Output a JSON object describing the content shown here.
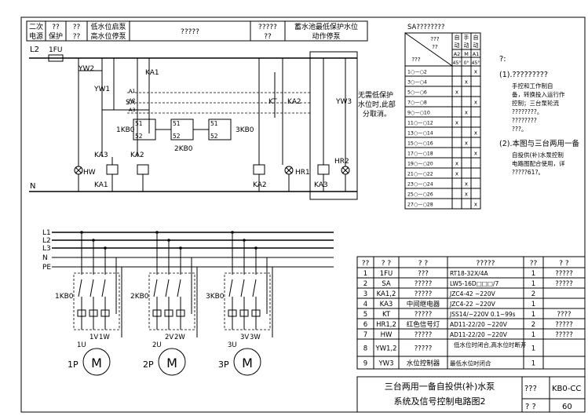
{
  "header": {
    "cells": [
      {
        "l1": "二次",
        "l2": "电源"
      },
      {
        "l1": "??",
        "l2": "保护"
      },
      {
        "l1": "??",
        "l2": "??"
      },
      {
        "l1": "低水位启泵",
        "l2": "高水位停泵"
      },
      {
        "l1": "?????",
        "l2": "??"
      },
      {
        "l1": "?????",
        "l2": "??"
      },
      {
        "l1": "蓄水池最低保护水位",
        "l2": "动作停泵"
      }
    ]
  },
  "circuit": {
    "bus_top": "L2",
    "bus_bottom": "N",
    "fuse": "1FU",
    "labels": [
      "YW2",
      "YW1",
      "KA1",
      "SA",
      "1KB0",
      "2KB0",
      "3KB0",
      "KA3",
      "KA2",
      "KT",
      "KA3",
      "KA2",
      "KT",
      "KA1",
      "YW3",
      "KT",
      "KA2",
      "KA2",
      "HR1",
      "HR2",
      "KA3",
      "HW",
      "KA1"
    ],
    "switch_ticks": [
      "A1",
      "A2",
      "A3"
    ],
    "relay_contacts": [
      "51",
      "52",
      "51",
      "52",
      "51",
      "52"
    ],
    "note": [
      "无需低保护",
      "水位时,此部",
      "分取消。"
    ]
  },
  "sa_table": {
    "title": "SA????????",
    "corner": [
      "???",
      "??",
      "???"
    ],
    "cols": [
      {
        "h1": "自",
        "h2": "动",
        "h3": "A2",
        "h4": "45°"
      },
      {
        "h1": "手",
        "h2": "动",
        "h3": "M",
        "h4": "0°"
      },
      {
        "h1": "自",
        "h2": "动",
        "h3": "A1",
        "h4": "45°"
      }
    ],
    "rows": [
      {
        "c": "1○—○2",
        "x": [
          false,
          false,
          true
        ]
      },
      {
        "c": "3○—○4",
        "x": [
          false,
          true,
          false
        ]
      },
      {
        "c": "5○—○6",
        "x": [
          true,
          false,
          false
        ]
      },
      {
        "c": "7○—○8",
        "x": [
          false,
          false,
          true
        ]
      },
      {
        "c": "9○—○10",
        "x": [
          false,
          true,
          false
        ]
      },
      {
        "c": "11○—○12",
        "x": [
          true,
          false,
          false
        ]
      },
      {
        "c": "13○—○14",
        "x": [
          false,
          false,
          true
        ]
      },
      {
        "c": "15○—○16",
        "x": [
          false,
          true,
          false
        ]
      },
      {
        "c": "17○—○18",
        "x": [
          false,
          false,
          true
        ]
      },
      {
        "c": "19○—○20",
        "x": [
          true,
          false,
          false
        ]
      },
      {
        "c": "21○—○22",
        "x": [
          true,
          false,
          false
        ]
      },
      {
        "c": "23○—○24",
        "x": [
          false,
          true,
          false
        ]
      },
      {
        "c": "25○—○26",
        "x": [
          false,
          true,
          false
        ]
      },
      {
        "c": "27○—○28",
        "x": [
          false,
          false,
          true
        ]
      }
    ],
    "mark": "x"
  },
  "notes": {
    "heading": "?:",
    "items": [
      {
        "lines": [
          "(1).?????????",
          "手控和工作制自",
          "备，转换投入运行作",
          "控制；三台泵轮流",
          "????????。",
          "????????",
          "???。"
        ]
      },
      {
        "lines": [
          "(2).本图与三台两用一备",
          "自投供(补)水泵控制",
          "电路图配合使用，详",
          "?????61?。"
        ]
      }
    ]
  },
  "power": {
    "buses": [
      "L1",
      "L2",
      "L3",
      "N",
      "PE"
    ],
    "units": [
      {
        "breaker": "1KB0",
        "t1": "1U",
        "t2": "1V",
        "t3": "1W",
        "motor": "1P"
      },
      {
        "breaker": "2KB0",
        "t1": "2U",
        "t2": "2V",
        "t3": "2W",
        "motor": "2P"
      },
      {
        "breaker": "3KB0",
        "t1": "3U",
        "t2": "3V",
        "t3": "3W",
        "motor": "3P"
      }
    ],
    "motor_symbol": "M"
  },
  "bom": {
    "headers": [
      "??",
      "? ?",
      "? ?",
      "?????",
      "??",
      "? ?"
    ],
    "rows": [
      [
        "1",
        "1FU",
        "???",
        "RT18-32X/4A",
        "1",
        "?????"
      ],
      [
        "2",
        "SA",
        "?????",
        "LW5-16D□□□/7",
        "1",
        "?????"
      ],
      [
        "3",
        "KA1,2",
        "?????",
        "JZC4-42 ~220V",
        "2",
        ""
      ],
      [
        "4",
        "KA3",
        "中间继电器",
        "JZC4-22 ~220V",
        "1",
        ""
      ],
      [
        "5",
        "KT",
        "?????",
        "JSS14/~220V 0.1~99s",
        "1",
        "????"
      ],
      [
        "6",
        "HR1,2",
        "红色信号灯",
        "AD11-22/20 ~220V",
        "2",
        "?????"
      ],
      [
        "7",
        "HW",
        "?????",
        "AD11-22/20 ~220V",
        "1",
        "?????"
      ],
      [
        "8",
        "YW1,2",
        "?????",
        "低水位时闭合,高水位时断开",
        "1",
        ""
      ],
      [
        "9",
        "YW3",
        "水位控制器",
        "最低水位时闭合",
        "1",
        ""
      ]
    ]
  },
  "title_block": {
    "line1": "三台两用一备自投供(补)水泵",
    "line2": "系统及信号控制电路图2",
    "label_a": "???",
    "value_a": "KB0-CC",
    "label_b": "? ?",
    "value_b": "60"
  }
}
